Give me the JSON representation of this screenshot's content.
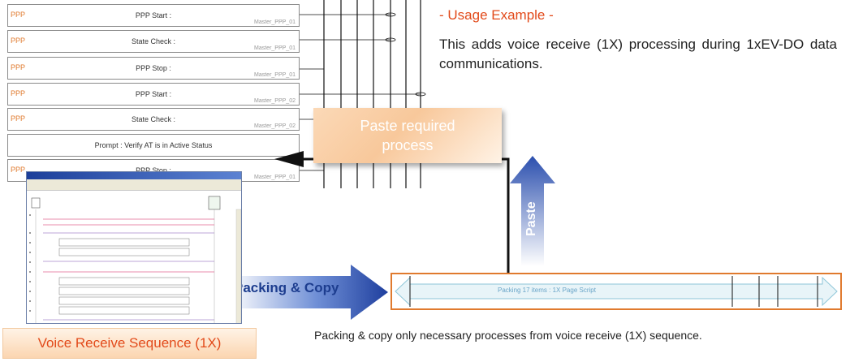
{
  "sequence_rows": [
    {
      "tag": "PPP",
      "label": "PPP Start :",
      "master": "Master_PPP_01"
    },
    {
      "tag": "PPP",
      "label": "State Check :",
      "master": "Master_PPP_01"
    },
    {
      "tag": "PPP",
      "label": "PPP Stop :",
      "master": "Master_PPP_01"
    },
    {
      "tag": "PPP",
      "label": "PPP Start :",
      "master": "Master_PPP_02"
    },
    {
      "tag": "PPP",
      "label": "State Check :",
      "master": "Master_PPP_02"
    },
    {
      "tag": "",
      "label": "Prompt : Verify AT is in Active Status",
      "master": ""
    },
    {
      "tag": "PPP",
      "label": "PPP Stop :",
      "master": "Master_PPP_01"
    }
  ],
  "usage": {
    "title": "- Usage Example -",
    "body": "This adds voice receive (1X) processing during 1xEV-DO data communications."
  },
  "paste_box": {
    "line1": "Paste required",
    "line2": "process"
  },
  "paste_arrow_label": "Paste",
  "packing_copy_label": "Packing & Copy",
  "packing_bar_text": "Packing 17 items : 1X Page Script",
  "footer_note": "Packing & copy only necessary processes from voice receive (1X) sequence.",
  "voice_label": "Voice Receive Sequence (1X)",
  "colors": {
    "accent_orange": "#e07a2e",
    "title_red": "#e24a1a",
    "arrow_blue": "#2b4fae",
    "arrow_black": "#111111"
  }
}
